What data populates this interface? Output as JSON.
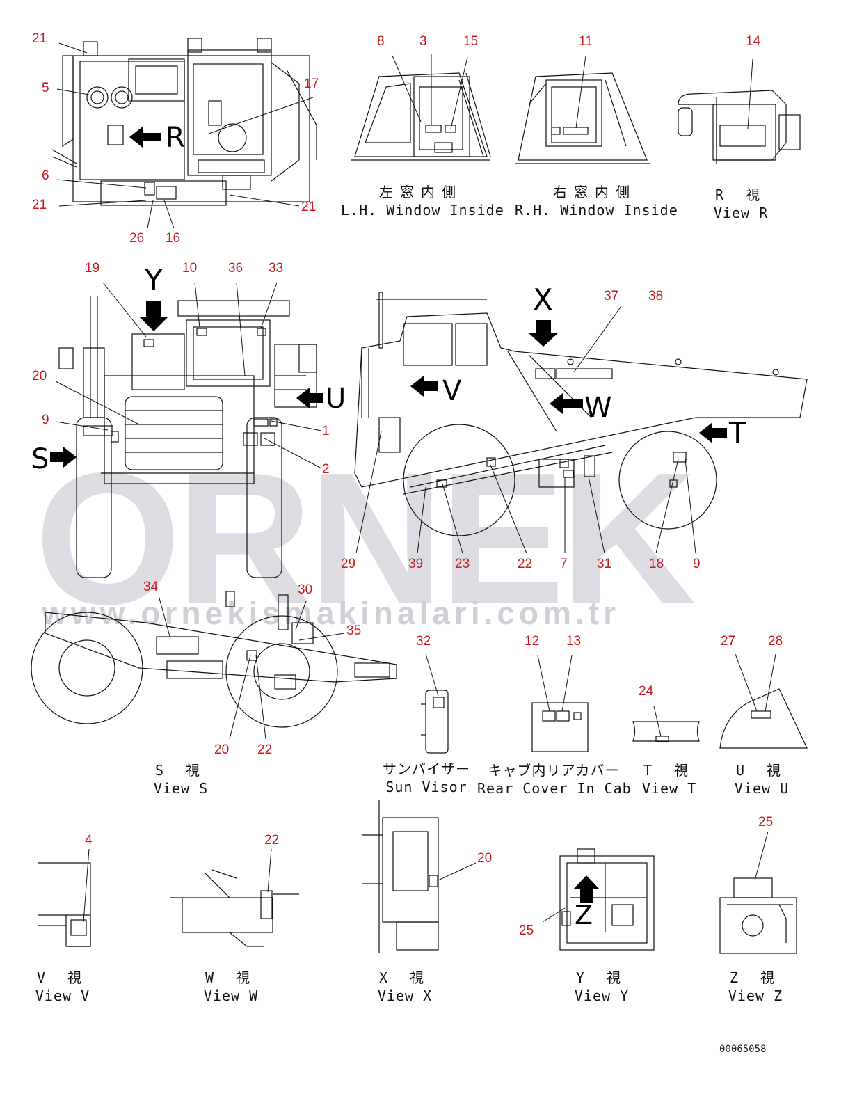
{
  "watermark": {
    "brand": "ORNEK",
    "url": "www.ornekismakinalari.com.tr"
  },
  "doc_id": "00065058",
  "arrow_letters": {
    "R": "R",
    "Y": "Y",
    "U": "U",
    "S": "S",
    "X": "X",
    "V": "V",
    "W": "W",
    "T": "T",
    "Z": "Z"
  },
  "views": {
    "lh_window": {
      "ja": "左窓内側",
      "en": "L.H. Window Inside"
    },
    "rh_window": {
      "ja": "右窓内側",
      "en": "R.H. Window Inside"
    },
    "view_r": {
      "ja": "R 視",
      "en": "View R"
    },
    "view_s": {
      "ja": "S 視",
      "en": "View S"
    },
    "sun_visor": {
      "ja": "サンバイザー",
      "en": "Sun Visor"
    },
    "rear_cover": {
      "ja": "キャブ内リアカバー",
      "en": "Rear Cover In Cab"
    },
    "view_t": {
      "ja": "T 視",
      "en": "View T"
    },
    "view_u": {
      "ja": "U 視",
      "en": "View U"
    },
    "view_v": {
      "ja": "V 視",
      "en": "View V"
    },
    "view_w": {
      "ja": "W 視",
      "en": "View W"
    },
    "view_x": {
      "ja": "X 視",
      "en": "View X"
    },
    "view_y": {
      "ja": "Y 視",
      "en": "View Y"
    },
    "view_z": {
      "ja": "Z 視",
      "en": "View Z"
    }
  },
  "callouts": {
    "c21a": "21",
    "c5": "5",
    "c17": "17",
    "c6": "6",
    "c21b": "21",
    "c21c": "21",
    "c26": "26",
    "c16": "16",
    "c8": "8",
    "c3": "3",
    "c15": "15",
    "c11": "11",
    "c14": "14",
    "c19": "19",
    "c10": "10",
    "c36": "36",
    "c33": "33",
    "c20a": "20",
    "c9a": "9",
    "c1": "1",
    "c2": "2",
    "c37": "37",
    "c38": "38",
    "c29": "29",
    "c39": "39",
    "c23": "23",
    "c22a": "22",
    "c7": "7",
    "c31": "31",
    "c18": "18",
    "c9b": "9",
    "c34": "34",
    "c30": "30",
    "c35": "35",
    "c20b": "20",
    "c22b": "22",
    "c32": "32",
    "c12": "12",
    "c13": "13",
    "c24": "24",
    "c27": "27",
    "c28": "28",
    "c4": "4",
    "c22c": "22",
    "c20c": "20",
    "c25a": "25",
    "c25b": "25"
  }
}
